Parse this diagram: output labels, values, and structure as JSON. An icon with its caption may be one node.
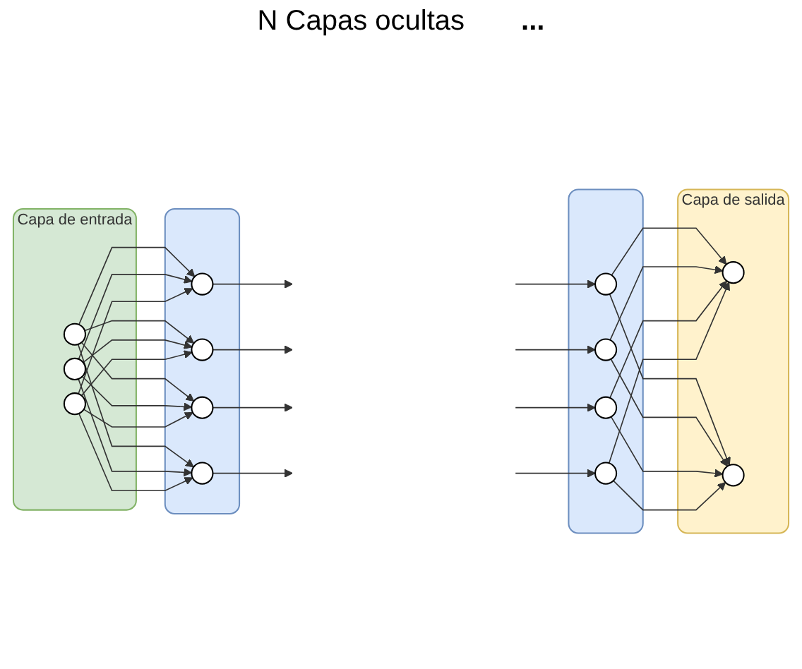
{
  "diagram": {
    "nodes": [
      {
        "text": [
          "Capa de entrada"
        ]
      },
      {
        "text": [],
        "shape": "circle",
        "in": 0
      },
      {
        "text": [],
        "shape": "circle",
        "in": 0
      },
      {
        "text": [],
        "shape": "circle",
        "in": 0
      },
      {
        "text": [],
        "shape": "box"
      },
      {
        "text": [],
        "shape": "circle",
        "in": 4
      },
      {
        "text": [],
        "shape": "circle",
        "in": 4
      },
      {
        "text": [],
        "shape": "circle",
        "in": 4
      },
      {
        "text": [],
        "shape": "circle",
        "in": 4
      },
      {
        "text": [],
        "shape": "box"
      },
      {
        "text": [],
        "shape": "circle",
        "in": 9
      },
      {
        "text": [],
        "shape": "circle",
        "in": 9
      },
      {
        "text": [],
        "shape": "circle",
        "in": 9
      },
      {
        "text": [],
        "shape": "circle",
        "in": 9
      },
      {
        "text": [
          "Capa de salida"
        ]
      },
      {
        "text": [],
        "shape": "circle",
        "in": 14
      },
      {
        "text": [],
        "shape": "circle",
        "in": 14
      }
    ],
    "edges": [
      {
        "from": 1,
        "to": 5,
        "arrow": "to"
      },
      {
        "from": 1,
        "to": 6,
        "arrow": "to"
      },
      {
        "from": 1,
        "to": 7,
        "arrow": "to"
      },
      {
        "from": 1,
        "to": 8,
        "arrow": "to"
      },
      {
        "from": 2,
        "to": 5,
        "arrow": "to"
      },
      {
        "from": 2,
        "to": 6,
        "arrow": "to"
      },
      {
        "from": 2,
        "to": 7,
        "arrow": "to"
      },
      {
        "from": 2,
        "to": 8,
        "arrow": "to"
      },
      {
        "from": 3,
        "to": 5,
        "arrow": "to"
      },
      {
        "from": 3,
        "to": 6,
        "arrow": "to"
      },
      {
        "from": 3,
        "to": 7,
        "arrow": "to"
      },
      {
        "from": 3,
        "to": 8,
        "arrow": "to"
      },
      {
        "from": 5,
        "to": null,
        "arrow": "to"
      },
      {
        "from": 6,
        "to": null,
        "arrow": "to"
      },
      {
        "from": 7,
        "to": null,
        "arrow": "to"
      },
      {
        "from": 8,
        "to": null,
        "arrow": "to"
      },
      {
        "from": null,
        "to": 10,
        "arrow": "to"
      },
      {
        "from": null,
        "to": 11,
        "arrow": "to"
      },
      {
        "from": null,
        "to": 12,
        "arrow": "to"
      },
      {
        "from": null,
        "to": 13,
        "arrow": "to"
      },
      {
        "from": 10,
        "to": 15,
        "arrow": "to"
      },
      {
        "from": 10,
        "to": 16,
        "arrow": "to"
      },
      {
        "from": 11,
        "to": 15,
        "arrow": "to"
      },
      {
        "from": 11,
        "to": 16,
        "arrow": "to"
      },
      {
        "from": 12,
        "to": 15,
        "arrow": "to"
      },
      {
        "from": 12,
        "to": 16,
        "arrow": "to"
      },
      {
        "from": 13,
        "to": 15,
        "arrow": "to"
      },
      {
        "from": 13,
        "to": 16,
        "arrow": "to"
      }
    ],
    "labels": [
      "N Capas ocultas",
      "..."
    ]
  }
}
